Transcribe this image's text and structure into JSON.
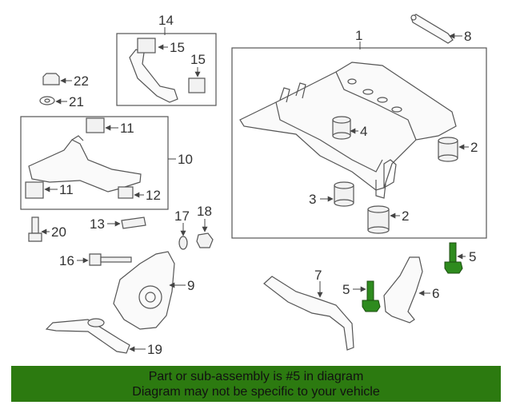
{
  "diagram": {
    "callouts": [
      "1",
      "2",
      "2",
      "3",
      "4",
      "5",
      "5",
      "6",
      "7",
      "8",
      "9",
      "10",
      "11",
      "11",
      "12",
      "13",
      "14",
      "15",
      "15",
      "16",
      "17",
      "18",
      "19",
      "20",
      "21",
      "22"
    ],
    "highlight_color": "#2e8b1e"
  },
  "banner": {
    "line1": "Part or sub-assembly is #5 in diagram",
    "line2": "Diagram may not be specific to your vehicle",
    "color": "#2c7a10"
  }
}
